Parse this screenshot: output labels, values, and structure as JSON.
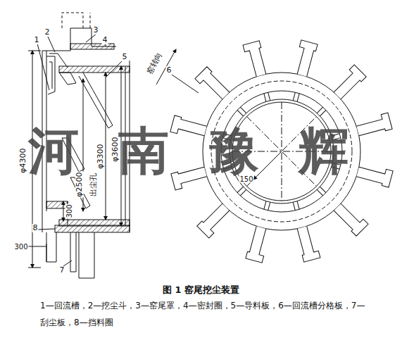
{
  "diagram": {
    "caption": "图 1 窑尾挖尘装置",
    "labels": [
      "1",
      "2",
      "3",
      "4",
      "5",
      "φ4300",
      "φ2500",
      "出尘孔",
      "φ3300",
      "φ3600",
      "300",
      "8",
      "300",
      "7",
      "6",
      "窑转向",
      "150",
      "河南豫辉",
      "1—回流槽，2—挖尘斗，3—窑尾罩，4—密封圈，5—导料板，6—回流槽分格板，7—刮尘板，8—挡料圈"
    ]
  }
}
